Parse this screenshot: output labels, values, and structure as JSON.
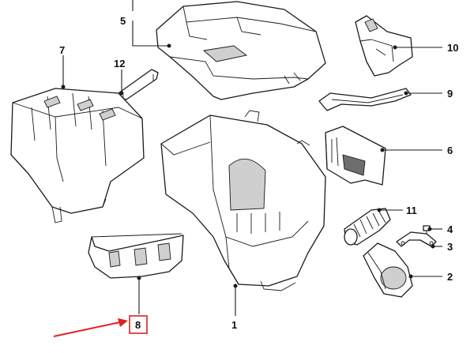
{
  "diagram": {
    "callouts": [
      {
        "id": "1",
        "label": "1"
      },
      {
        "id": "2",
        "label": "2"
      },
      {
        "id": "3",
        "label": "3"
      },
      {
        "id": "4",
        "label": "4"
      },
      {
        "id": "5",
        "label": "5"
      },
      {
        "id": "6",
        "label": "6"
      },
      {
        "id": "7",
        "label": "7"
      },
      {
        "id": "8",
        "label": "8"
      },
      {
        "id": "9",
        "label": "9"
      },
      {
        "id": "10",
        "label": "10"
      },
      {
        "id": "11",
        "label": "11"
      },
      {
        "id": "12",
        "label": "12"
      }
    ],
    "highlighted_callout": "8",
    "colors": {
      "line": "#1a1a1a",
      "highlight": "#e02020",
      "shade": "#cfcfcf"
    }
  }
}
